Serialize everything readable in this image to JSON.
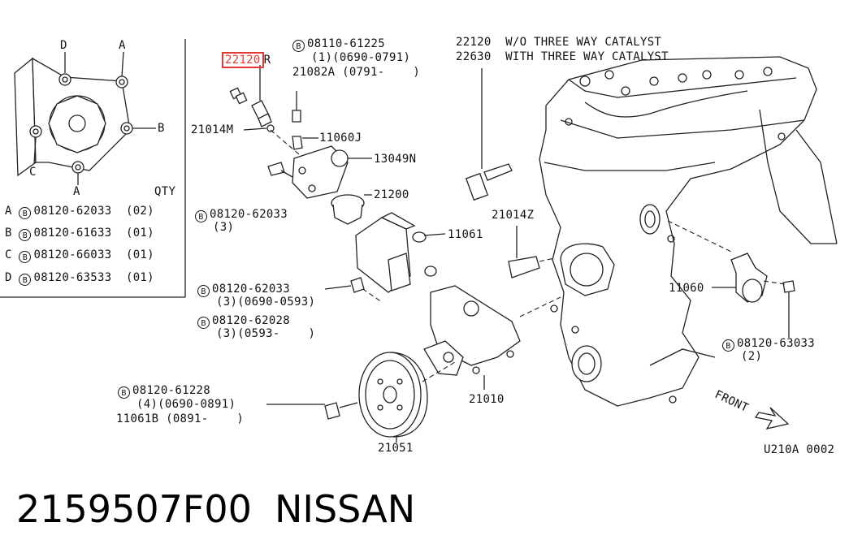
{
  "bottom": {
    "part_number": "2159507F00",
    "brand": "NISSAN"
  },
  "header": {
    "b1_part": "08110-61225",
    "b1_qty": "(1)(0690-0791)",
    "b1_alt": "21082A (0791-    )",
    "h1_code": "22120",
    "h1_desc": "W/O THREE WAY CATALYST",
    "h2_code": "22630",
    "h2_desc": "WITH THREE WAY CATALYST",
    "highlight": "22120",
    "highlight_suffix": "R"
  },
  "inset": {
    "qty_header": "QTY",
    "corner_labels": {
      "d": "D",
      "a_top": "A",
      "b": "B",
      "c": "C",
      "a_bottom": "A"
    },
    "bolts": [
      {
        "letter": "A",
        "part": "08120-62033",
        "qty": "(02)"
      },
      {
        "letter": "B",
        "part": "08120-61633",
        "qty": "(01)"
      },
      {
        "letter": "C",
        "part": "08120-66033",
        "qty": "(01)"
      },
      {
        "letter": "D",
        "part": "08120-63533",
        "qty": "(01)"
      }
    ]
  },
  "labels": {
    "p21014M": "21014M",
    "p11060J": "11060J",
    "p13049N": "13049N",
    "p21200": "21200",
    "p11061": "11061",
    "p21014Z": "21014Z",
    "p11060": "11060",
    "p21010": "21010",
    "p21051": "21051",
    "p11061B": "11061B (0891-    )",
    "b_62033_main": "08120-62033",
    "b_62033_main_qty": "(3)",
    "b_62033_b": "08120-62033",
    "b_62033_b_qty": "(3)(0690-0593)",
    "b_62028": "08120-62028",
    "b_62028_qty": "(3)(0593-    )",
    "b_63033": "08120-63033",
    "b_63033_qty": "(2)",
    "b_61228": "08120-61228",
    "b_61228_qty": "(4)(0690-0891)",
    "front": "FRONT",
    "diagram_code": "U210A 0002",
    "bolt_symbol": "B"
  }
}
